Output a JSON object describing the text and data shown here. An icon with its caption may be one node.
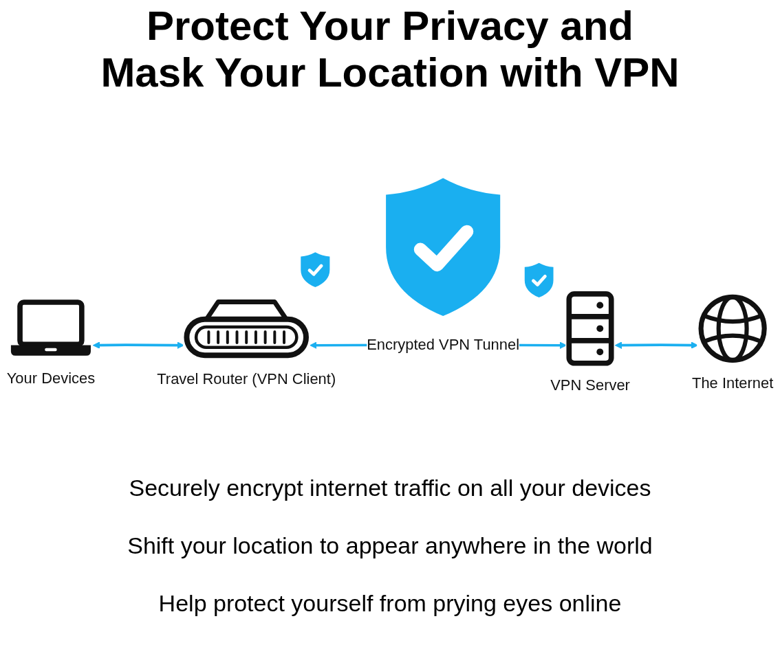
{
  "diagram": {
    "title": "Protect Your Privacy and Mask Your Location with VPN",
    "nodes": [
      {
        "text": [
          "Your Devices"
        ]
      },
      {
        "text": [
          "Travel Router (VPN Client)"
        ]
      },
      {
        "text": [
          "VPN Server"
        ]
      },
      {
        "text": [
          "The Internet"
        ]
      }
    ],
    "edges": [
      {
        "from": 0,
        "to": 1,
        "arrow": "both"
      },
      {
        "from": 1,
        "to": 2,
        "arrow": "both",
        "label": "Encrypted VPN Tunnel"
      },
      {
        "from": 2,
        "to": 3,
        "arrow": "both"
      }
    ],
    "labels": [
      "Securely encrypt internet traffic on all your devices",
      "Shift your location to appear anywhere in the world",
      "Help protect yourself from prying eyes online"
    ]
  }
}
